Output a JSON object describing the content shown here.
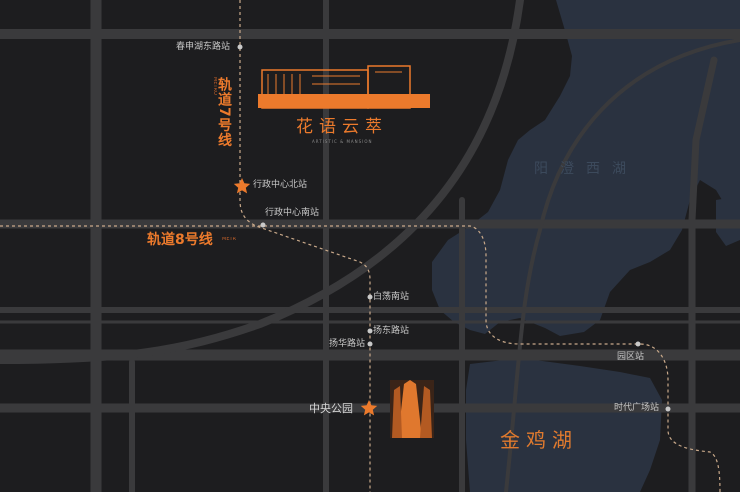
{
  "project": {
    "name_cn": "花语云萃",
    "name_en": "ARTISTIC & MANSION"
  },
  "lakes": [
    {
      "name": "金鸡湖"
    },
    {
      "name": "阳澄西湖"
    }
  ],
  "metro_lines": [
    {
      "name": "轨道7号线",
      "sub": "METRO LINE 7",
      "color": "#ec7a2c"
    },
    {
      "name": "轨道8号线",
      "sub": "METRO LINE 8",
      "color": "#ec7a2c"
    }
  ],
  "stations": {
    "chunshen": "春申湖东路站",
    "xingzheng_north": "行政中心北站",
    "xingzheng_south": "行政中心南站",
    "baidang_south": "白荡南站",
    "yangdong": "扬东路站",
    "yanghua": "扬华路站",
    "central_park": "中央公园",
    "yuanqu": "园区站",
    "times_square": "时代广场站"
  },
  "icons": [
    "star-icon",
    "station-dot-icon",
    "project-building-icon",
    "tower-icon"
  ],
  "colors": {
    "background": "#1d1d1f",
    "road": "#3a3a3c",
    "water": "#2a3240",
    "accent": "#ec7a2c",
    "route_dash": "#c9a98a"
  }
}
